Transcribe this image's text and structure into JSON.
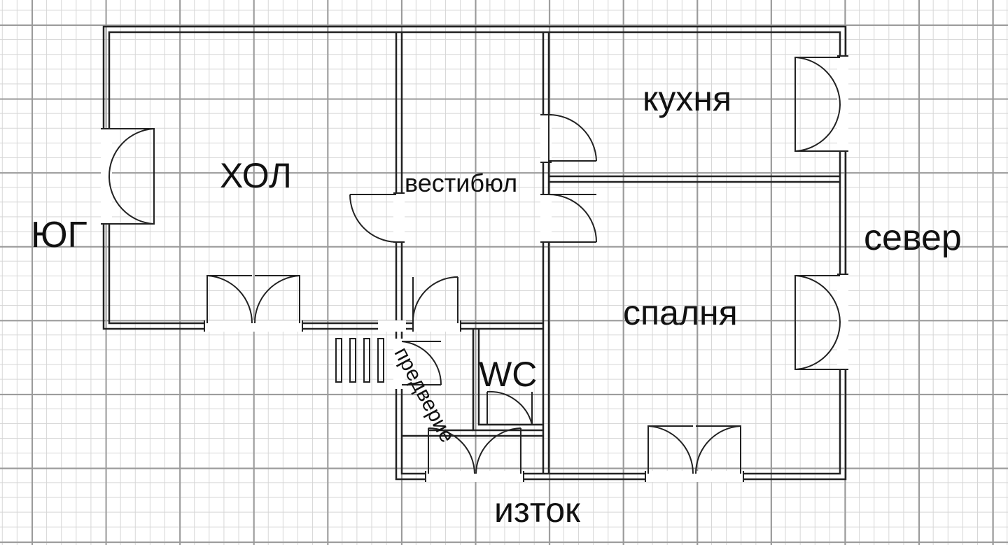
{
  "plan": {
    "directions": {
      "south": "ЮГ",
      "north": "север",
      "east": "изток"
    },
    "rooms": {
      "living_room": "ХОЛ",
      "vestibule": "вестибюл",
      "kitchen": "кухня",
      "bedroom": "спалня",
      "wc": "WC",
      "entrance": "предверие"
    },
    "colors": {
      "wall": "#222222",
      "grid_major": "#9a9a9a",
      "grid_minor": "#d6d6d6",
      "background": "#ffffff"
    }
  }
}
